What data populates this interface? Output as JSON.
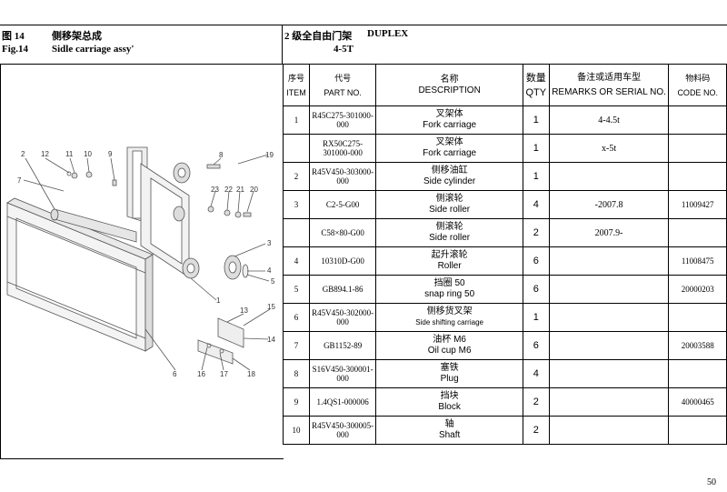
{
  "header": {
    "fig_cn": "图 14",
    "title_cn": "侧移架总成",
    "fig_en": "Fig.14",
    "title_en": "Sidle carriage assy'",
    "mast_cn": "2 级全自由门架",
    "mast_en": "DUPLEX",
    "capacity": "4-5T"
  },
  "columns": {
    "item_cn": "序号",
    "item_en": "ITEM",
    "part_cn": "代号",
    "part_en": "PART NO.",
    "desc_cn": "名称",
    "desc_en": "DESCRIPTION",
    "qty_cn": "数量",
    "qty_en": "QTY",
    "remarks_cn": "备注或适用车型",
    "remarks_en": "REMARKS OR SERIAL NO.",
    "code_cn": "物料码",
    "code_en": "CODE NO."
  },
  "rows": [
    {
      "item": "1",
      "part": "R45C275-301000-000",
      "desc_cn": "叉架体",
      "desc_en": "Fork carriage",
      "qty": "1",
      "remarks": "4-4.5t",
      "code": ""
    },
    {
      "item": "",
      "part": "RX50C275-301000-000",
      "desc_cn": "叉架体",
      "desc_en": "Fork carriage",
      "qty": "1",
      "remarks": "x-5t",
      "code": ""
    },
    {
      "item": "2",
      "part": "R45V450-303000-000",
      "desc_cn": "侧移油缸",
      "desc_en": "Side cylinder",
      "qty": "1",
      "remarks": "",
      "code": ""
    },
    {
      "item": "3",
      "part": "C2-5-G00",
      "desc_cn": "侧滚轮",
      "desc_en": "Side roller",
      "qty": "4",
      "remarks": "-2007.8",
      "code": "11009427"
    },
    {
      "item": "",
      "part": "C58×80-G00",
      "desc_cn": "侧滚轮",
      "desc_en": "Side roller",
      "qty": "2",
      "remarks": "2007.9-",
      "code": ""
    },
    {
      "item": "4",
      "part": "10310D-G00",
      "desc_cn": "起升滚轮",
      "desc_en": "Roller",
      "qty": "6",
      "remarks": "",
      "code": "11008475"
    },
    {
      "item": "5",
      "part": "GB894.1-86",
      "desc_cn": "挡圈 50",
      "desc_en": "snap ring 50",
      "qty": "6",
      "remarks": "",
      "code": "20000203"
    },
    {
      "item": "6",
      "part": "R45V450-302000-000",
      "desc_cn": "侧移货叉架",
      "desc_en": "Side shifting carriage",
      "qty": "1",
      "remarks": "",
      "code": ""
    },
    {
      "item": "7",
      "part": "GB1152-89",
      "desc_cn": "油杯 M6",
      "desc_en": "Oil cup M6",
      "qty": "6",
      "remarks": "",
      "code": "20003588"
    },
    {
      "item": "8",
      "part": "S16V450-300001-000",
      "desc_cn": "塞铁",
      "desc_en": "Plug",
      "qty": "4",
      "remarks": "",
      "code": ""
    },
    {
      "item": "9",
      "part": "1.4QS1-000006",
      "desc_cn": "挡块",
      "desc_en": "Block",
      "qty": "2",
      "remarks": "",
      "code": "40000465"
    },
    {
      "item": "10",
      "part": "R45V450-300005-000",
      "desc_cn": "轴",
      "desc_en": "Shaft",
      "qty": "2",
      "remarks": "",
      "code": ""
    }
  ],
  "callouts": [
    "2",
    "12",
    "11",
    "10",
    "9",
    "7",
    "8",
    "19",
    "23",
    "22",
    "21",
    "20",
    "3",
    "4",
    "5",
    "1",
    "13",
    "15",
    "14",
    "6",
    "16",
    "17",
    "18"
  ],
  "page_number": "50"
}
